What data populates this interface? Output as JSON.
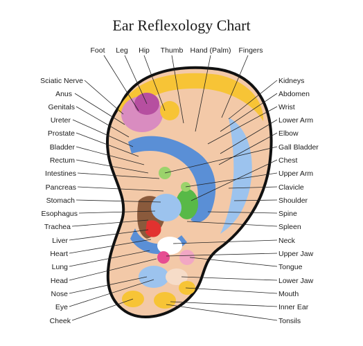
{
  "title": "Ear Reflexology Chart",
  "top_labels": [
    "Foot",
    "Leg",
    "Hip",
    "Thumb",
    "Hand (Palm)",
    "Fingers"
  ],
  "left_labels": [
    "Sciatic Nerve",
    "Anus",
    "Genitals",
    "Ureter",
    "Prostate",
    "Bladder",
    "Rectum",
    "Intestines",
    "Pancreas",
    "Stomach",
    "Esophagus",
    "Trachea",
    "Liver",
    "Heart",
    "Lung",
    "Head",
    "Nose",
    "Eye",
    "Cheek"
  ],
  "right_labels": [
    "Kidneys",
    "Abdomen",
    "Wrist",
    "Lower Arm",
    "Elbow",
    "Gall Bladder",
    "Chest",
    "Upper Arm",
    "Clavicle",
    "Shoulder",
    "Spine",
    "Spleen",
    "Neck",
    "Upper Jaw",
    "Tongue",
    "Lower Jaw",
    "Mouth",
    "Inner Ear",
    "Tonsils"
  ],
  "colors": {
    "skin": "#f3c9a8",
    "skin_dark": "#e7a982",
    "yellow": "#f7c436",
    "blue": "#5a8fd6",
    "light_blue": "#9cc3ee",
    "pink": "#d98cc0",
    "purple": "#b64fa0",
    "green": "#58b947",
    "red": "#e2322f",
    "brown": "#8a5a3c",
    "outline": "#111111"
  }
}
